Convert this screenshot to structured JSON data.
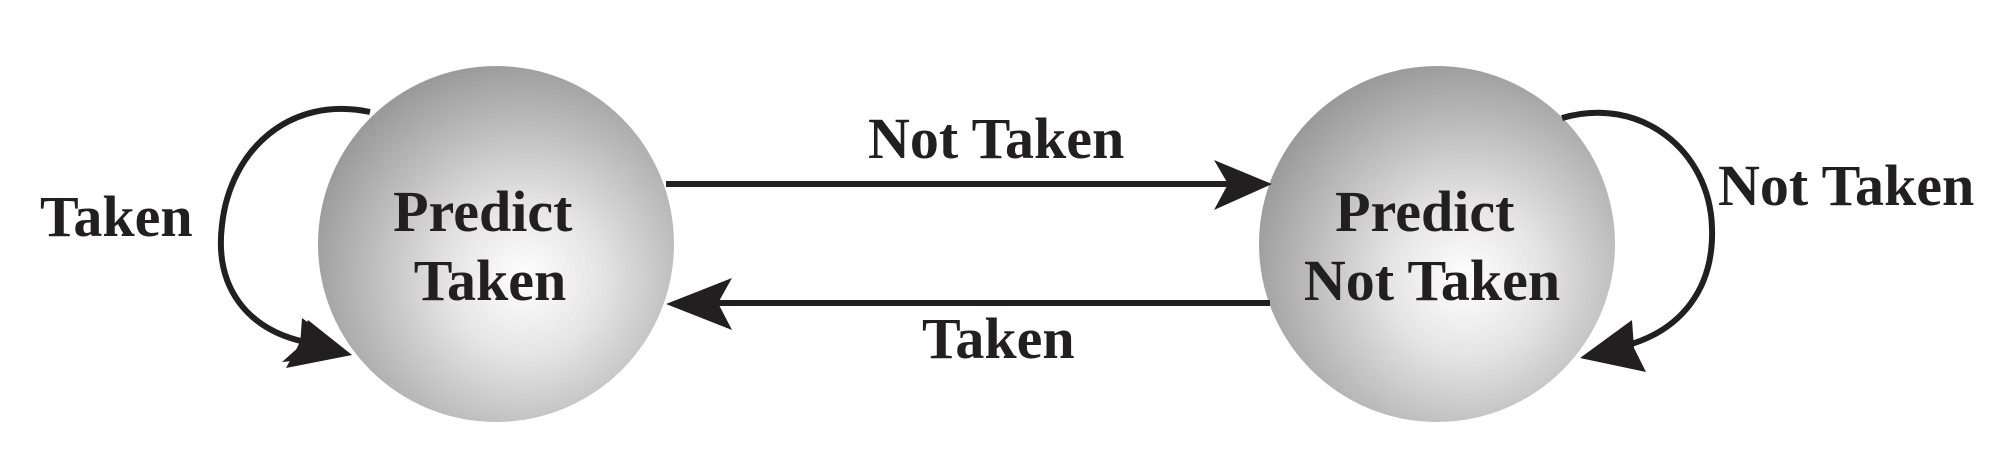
{
  "states": [
    {
      "id": "predict-taken",
      "lines": [
        "Predict",
        "Taken"
      ]
    },
    {
      "id": "predict-not-taken",
      "lines": [
        "Predict",
        "Not Taken"
      ]
    }
  ],
  "transitions": {
    "taken_self_loop": "Taken",
    "not_taken_forward": "Not Taken",
    "taken_back": "Taken",
    "not_taken_self_loop": "Not Taken"
  },
  "colors": {
    "ink": "#231f20",
    "node_center": "#ffffff",
    "node_edge": "#9a9a9a"
  }
}
